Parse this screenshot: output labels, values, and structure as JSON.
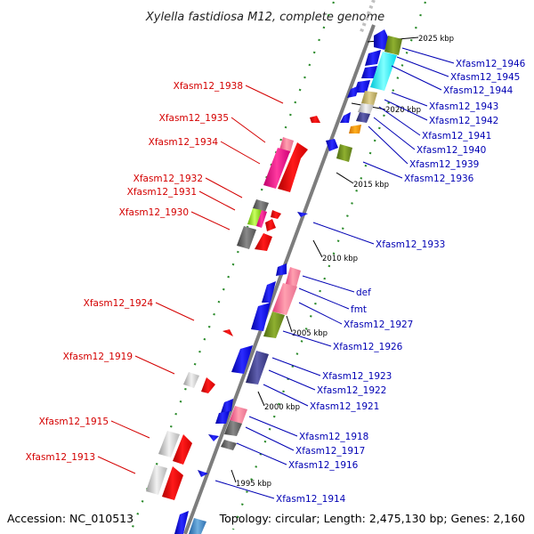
{
  "title": "Xylella fastidiosa M12, complete genome",
  "footer": {
    "accession": "Accession: NC_010513",
    "topology": "Topology: circular; Length: 2,475,130 bp; Genes: 2,160"
  },
  "scale_labels": [
    "2025 kbp",
    "2020 kbp",
    "2015 kbp",
    "2010 kbp",
    "2005 kbp",
    "2000 kbp",
    "1995 kbp"
  ],
  "left_labels": [
    "Xfasm12_1938",
    "Xfasm12_1935",
    "Xfasm12_1934",
    "Xfasm12_1932",
    "Xfasm12_1931",
    "Xfasm12_1930",
    "Xfasm12_1924",
    "Xfasm12_1919",
    "Xfasm12_1915",
    "Xfasm12_1913"
  ],
  "right_labels": [
    "Xfasm12_1946",
    "Xfasm12_1945",
    "Xfasm12_1944",
    "Xfasm12_1943",
    "Xfasm12_1942",
    "Xfasm12_1941",
    "Xfasm12_1940",
    "Xfasm12_1939",
    "Xfasm12_1936",
    "Xfasm12_1933",
    "def",
    "fmt",
    "Xfasm12_1927",
    "Xfasm12_1926",
    "Xfasm12_1923",
    "Xfasm12_1922",
    "Xfasm12_1921",
    "Xfasm12_1918",
    "Xfasm12_1917",
    "Xfasm12_1916",
    "Xfasm12_1914"
  ],
  "colors": {
    "forward_label": "#d40000",
    "reverse_label": "#0000b4",
    "backbone": "#808080",
    "tick": "#2a8a2a"
  }
}
